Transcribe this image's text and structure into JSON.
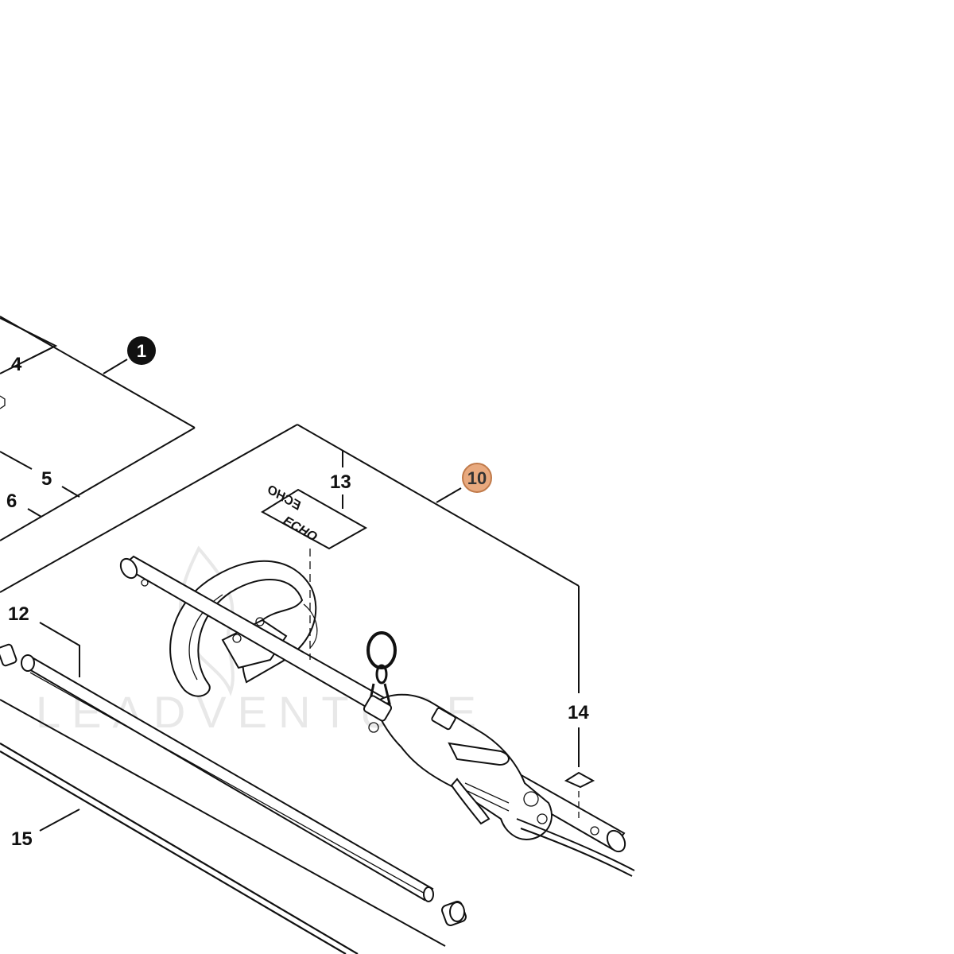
{
  "labels": {
    "n4": "4",
    "n5": "5",
    "n6": "6",
    "n12": "12",
    "n13": "13",
    "n14": "14",
    "n15": "15"
  },
  "callouts": {
    "c1": {
      "text": "1",
      "fill": "#111111",
      "text_color": "#ffffff"
    },
    "c10": {
      "text": "10",
      "fill": "#e8a97e",
      "stroke": "#c07a4a",
      "text_color": "#333333"
    }
  },
  "decal_text": "ECHO",
  "watermark": "LEADVENTURE",
  "colors": {
    "line": "#111111",
    "watermark": "#e6e6e6"
  }
}
